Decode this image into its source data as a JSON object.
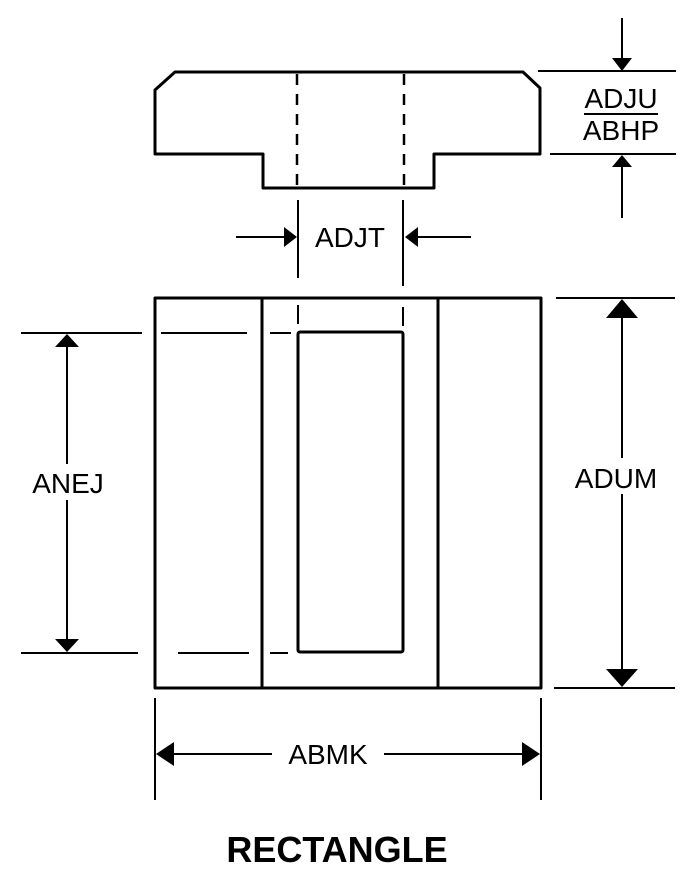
{
  "diagram": {
    "title": "RECTANGLE",
    "dimensions": {
      "top_height_numerator": "ADJU",
      "top_height_denominator": "ABHP",
      "hole_width": "ADJT",
      "slot_length": "ANEJ",
      "body_length": "ADUM",
      "body_width": "ABMK"
    }
  }
}
